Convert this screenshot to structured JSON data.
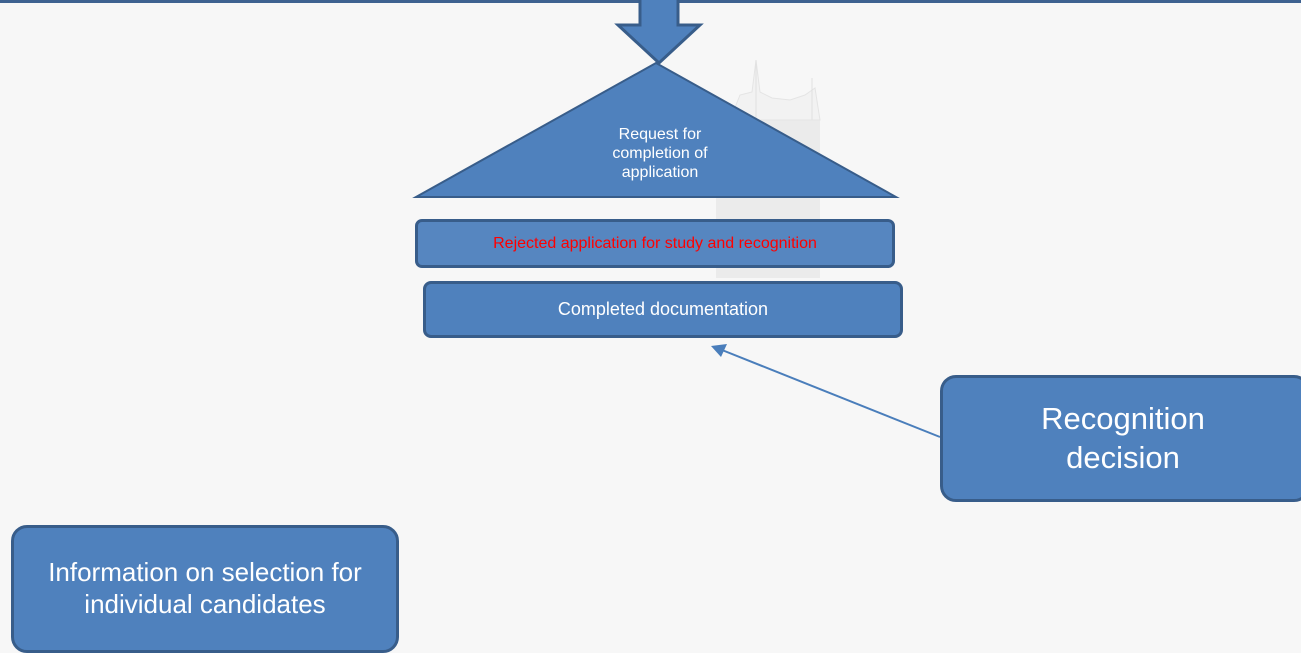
{
  "diagram": {
    "triangle_label": "Request for completion of application",
    "rejected_label": "Rejected application for study and recognition",
    "completed_label": "Completed documentation",
    "recognition_label": "Recognition decision",
    "information_label": "Information on selection for individual candidates"
  },
  "colors": {
    "shape_fill": "#4f81bd",
    "shape_border": "#385d8a",
    "rejected_text": "#ff0000",
    "background": "#f7f7f7"
  }
}
